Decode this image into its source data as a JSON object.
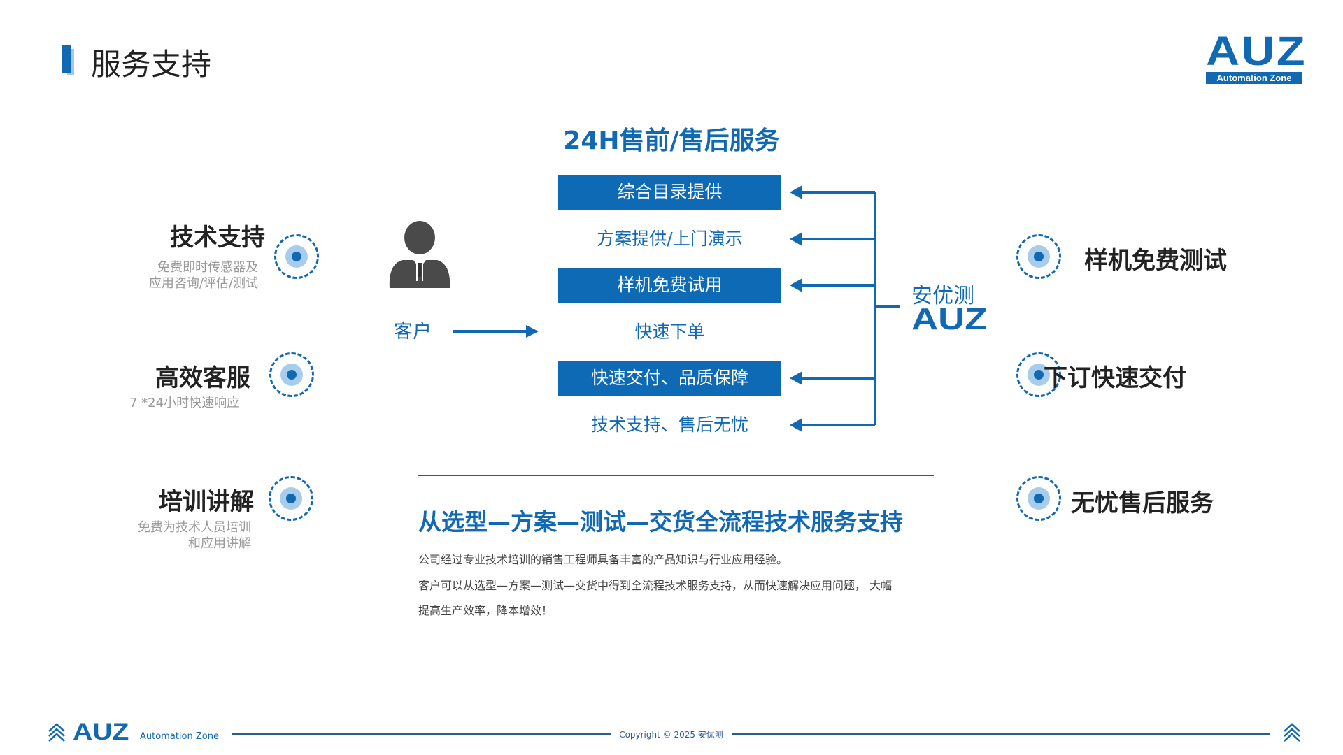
{
  "header": {
    "title": "服务支持",
    "logo_text": "AUZ",
    "logo_sub": "Automation Zone"
  },
  "flow": {
    "title": "24H售前/售后服务",
    "customer_label": "客户",
    "rows": [
      {
        "label": "综合目录提供",
        "filled": true
      },
      {
        "label": "方案提供/上门演示",
        "filled": false
      },
      {
        "label": "样机免费试用",
        "filled": true
      },
      {
        "label": "快速下单",
        "filled": false
      },
      {
        "label": "快速交付、品质保障",
        "filled": true
      },
      {
        "label": "技术支持、售后无忧",
        "filled": false
      }
    ],
    "provider_name": "安优测",
    "provider_logo": "AUZ"
  },
  "left_features": [
    {
      "title": "技术支持",
      "desc": [
        "免费即时传感器及",
        "应用咨询/评估/测试"
      ]
    },
    {
      "title": "高效客服",
      "desc": [
        "7 *24小时快速响应"
      ]
    },
    {
      "title": "培训讲解",
      "desc": [
        "免费为技术人员培训",
        "和应用讲解"
      ]
    }
  ],
  "right_features": [
    {
      "title": "样机免费测试"
    },
    {
      "title": "下订快速交付"
    },
    {
      "title": "无忧售后服务"
    }
  ],
  "summary": {
    "title": "从选型—方案—测试—交货全流程技术服务支持",
    "lines": [
      "公司经过专业技术培训的销售工程师具备丰富的产品知识与行业应用经验。",
      "客户可以从选型—方案—测试—交货中得到全流程技术服务支持，从而快速解决应用问题， 大幅",
      "提高生产效率，降本增效！"
    ]
  },
  "footer": {
    "logo_text": "AUZ",
    "logo_sub": "Automation Zone",
    "copyright": "Copyright © 2025 安优测"
  },
  "colors": {
    "accent": "#1168b3",
    "light": "#a8cdec"
  }
}
